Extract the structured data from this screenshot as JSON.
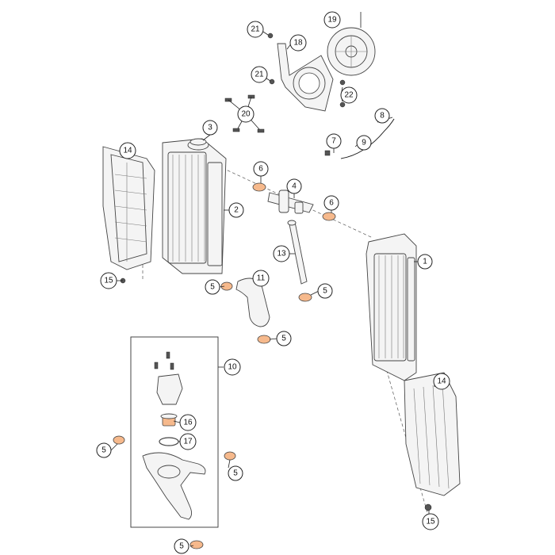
{
  "callouts": {
    "c1": "1",
    "c2": "2",
    "c3": "3",
    "c4": "4",
    "c5": "5",
    "c6": "6",
    "c7": "7",
    "c8": "8",
    "c9": "9",
    "c10": "10",
    "c11": "11",
    "c13": "13",
    "c14": "14",
    "c15": "15",
    "c16": "16",
    "c17": "17",
    "c18": "18",
    "c19": "19",
    "c20": "20",
    "c21": "21",
    "c22": "22"
  },
  "colors": {
    "part_fill": "#f4f4f4",
    "accent": "#f6b98c",
    "line": "#444444"
  }
}
